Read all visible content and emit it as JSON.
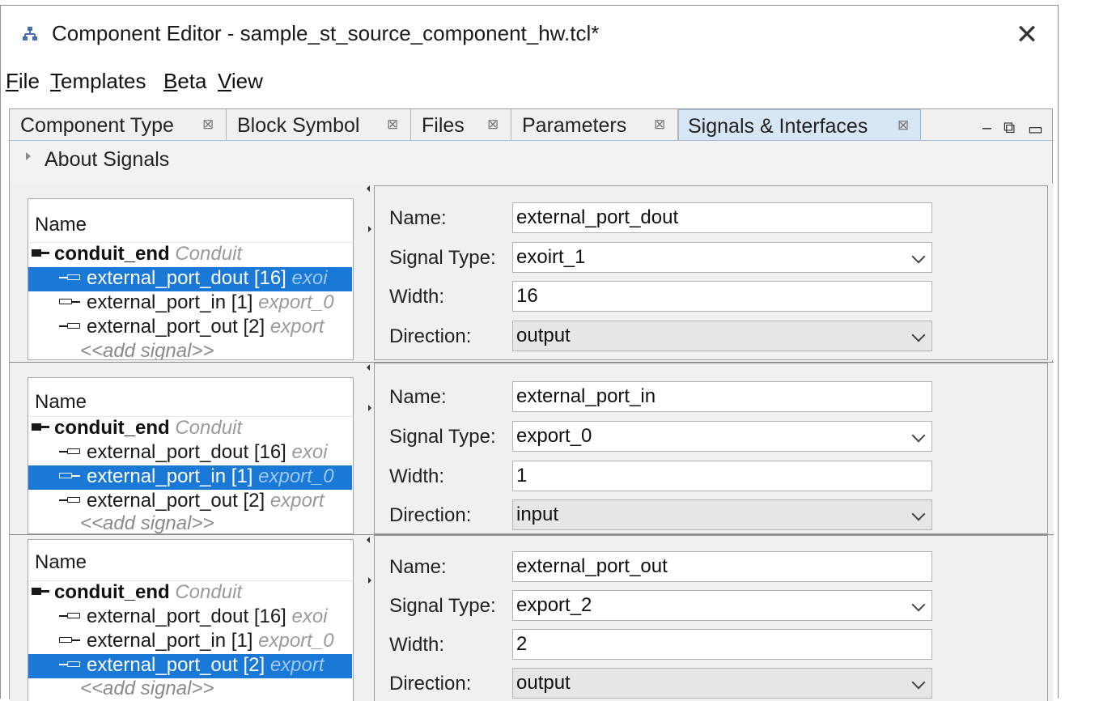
{
  "window": {
    "title": "Component Editor - sample_st_source_component_hw.tcl*",
    "close_glyph": "✕",
    "app_icon": "component-tree-icon"
  },
  "menu": [
    {
      "mnemonic": "F",
      "rest": "ile"
    },
    {
      "mnemonic": "T",
      "rest": "emplates"
    },
    {
      "mnemonic": "B",
      "rest": "eta"
    },
    {
      "mnemonic": "V",
      "rest": "iew"
    }
  ],
  "tabs": [
    {
      "label": "Component Type",
      "close": "⊠"
    },
    {
      "label": "Block Symbol",
      "close": "⊠"
    },
    {
      "label": "Files",
      "close": "⊠"
    },
    {
      "label": "Parameters",
      "close": "⊠"
    },
    {
      "label": "Signals & Interfaces",
      "close": "⊠",
      "active": true
    }
  ],
  "view_controls": {
    "minimize": "–",
    "detach": "⧉",
    "maximize": "▭"
  },
  "about": {
    "label": "About Signals"
  },
  "panels": [
    {
      "list": {
        "header": "Name",
        "interface": {
          "name": "conduit_end",
          "type": "Conduit"
        },
        "signals": [
          {
            "name": "external_port_dout [16]",
            "type": "exoi",
            "dir": "out",
            "selected": true
          },
          {
            "name": "external_port_in [1]",
            "type": "export_0",
            "dir": "in",
            "selected": false
          },
          {
            "name": "external_port_out [2]",
            "type": "export",
            "dir": "out",
            "selected": false
          }
        ],
        "add": "<<add signal>>"
      },
      "props": {
        "name_label": "Name:",
        "name": "external_port_dout",
        "type_label": "Signal Type:",
        "type": "exoirt_1",
        "width_label": "Width:",
        "width": "16",
        "direction_label": "Direction:",
        "direction": "output"
      }
    },
    {
      "list": {
        "header": "Name",
        "interface": {
          "name": "conduit_end",
          "type": "Conduit"
        },
        "signals": [
          {
            "name": "external_port_dout [16]",
            "type": "exoi",
            "dir": "out",
            "selected": false
          },
          {
            "name": "external_port_in [1]",
            "type": "export_0",
            "dir": "in",
            "selected": true
          },
          {
            "name": "external_port_out [2]",
            "type": "export",
            "dir": "out",
            "selected": false
          }
        ],
        "add": "<<add signal>>"
      },
      "props": {
        "name_label": "Name:",
        "name": "external_port_in",
        "type_label": "Signal Type:",
        "type": "export_0",
        "width_label": "Width:",
        "width": "1",
        "direction_label": "Direction:",
        "direction": "input"
      }
    },
    {
      "list": {
        "header": "Name",
        "interface": {
          "name": "conduit_end",
          "type": "Conduit"
        },
        "signals": [
          {
            "name": "external_port_dout [16]",
            "type": "exoi",
            "dir": "out",
            "selected": false
          },
          {
            "name": "external_port_in [1]",
            "type": "export_0",
            "dir": "in",
            "selected": false
          },
          {
            "name": "external_port_out [2]",
            "type": "export",
            "dir": "out",
            "selected": true
          }
        ],
        "add": "<<add signal>>"
      },
      "props": {
        "name_label": "Name:",
        "name": "external_port_out",
        "type_label": "Signal Type:",
        "type": "export_2",
        "width_label": "Width:",
        "width": "2",
        "direction_label": "Direction:",
        "direction": "output"
      }
    }
  ],
  "colors": {
    "selection": "#1a78d6",
    "active_tab": "#d7e6f4"
  }
}
